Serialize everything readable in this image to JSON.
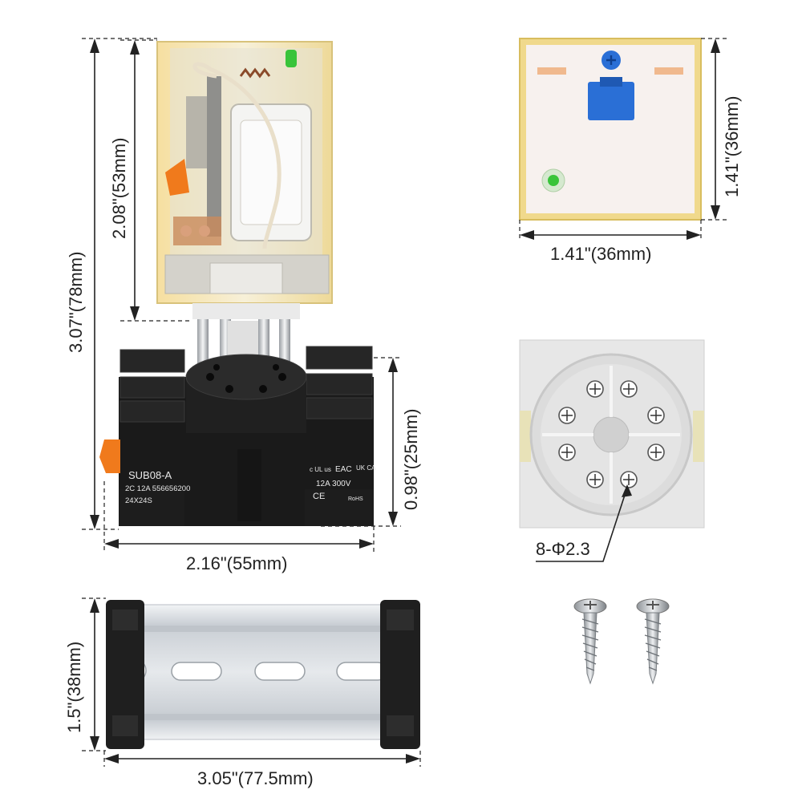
{
  "dimensions": {
    "relay_total_height": "3.07\"(78mm)",
    "relay_body_height": "2.08\"(53mm)",
    "top_view_height": "1.41\"(36mm)",
    "top_view_width": "1.41\"(36mm)",
    "socket_height": "0.98\"(25mm)",
    "socket_width": "2.16\"(55mm)",
    "rail_height": "1.5\"(38mm)",
    "rail_width": "3.05\"(77.5mm)",
    "hole_callout": "8-Φ2.3"
  },
  "socket_label": {
    "model": "SUB08-A",
    "spec": "2C 12A 556656200",
    "size": "24X24S",
    "rating": "12A 300V",
    "cert_ul": "c UL us",
    "cert_eac": "EAC",
    "cert_ukca": "UK CA",
    "cert_ce": "CE",
    "cert_rohs": "RoHS"
  },
  "colors": {
    "relay_cover": "#f3e7b8",
    "socket_black": "#1a1a1a",
    "rail_silver": "#d7dbe0",
    "test_button": "#2a6fd6",
    "indicator_led": "#39c43a",
    "latch_orange": "#f07a1c"
  },
  "icons": [
    "screw-icon",
    "screw-icon"
  ]
}
